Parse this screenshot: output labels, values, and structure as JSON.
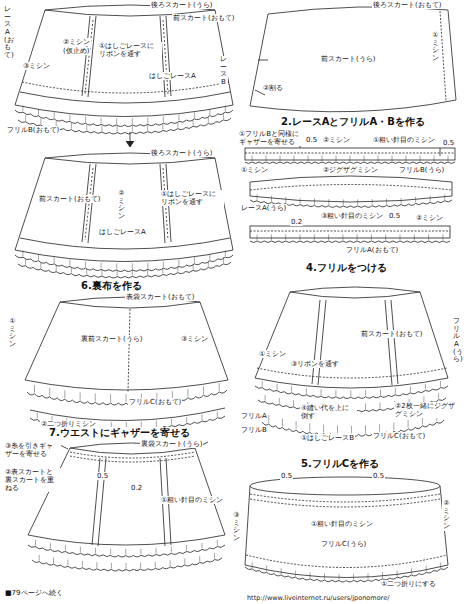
{
  "diagram": {
    "labels": [
      "後ろスカート(うら)",
      "前スカート(おもて)",
      "レースA(おもて)",
      "③ミシン",
      "②ミシン",
      "(仮止め)",
      "①はしごレースにリボンを通す",
      "はしごレースA",
      "レースB",
      "フリルB(おもて)",
      "後ろスカート(うら)",
      "前スカート(おもて)",
      "②ミシン",
      "①はしごレースにリボンを通す",
      "はしごレースA",
      "後ろスカート(おもて)",
      "①ミシン",
      "前スカート(うら)",
      "②割る",
      "2.レースAとフリルA・Bを作る",
      "①フリルBと同様にギャザーを寄せる",
      "0.5",
      "②ミシン",
      "①粗い針目のミシン",
      "フリルB(うら)",
      "0.5",
      "①ミシン",
      "レースA(うら)",
      "②ジグザグミシン",
      "③粗い針目のミシン",
      "0.2",
      "0.5",
      "②ミシン",
      "フリルA(おもて)",
      "6.裏布を作る",
      "表袋スカート(おもて)",
      "①ミシン",
      "裏前スカート(うら)",
      "③ミシン",
      "フリルC(おもて)",
      "②二つ折りミシン",
      "4.フリルをつける",
      "前スカート(おもて)",
      "フリルA(うら)",
      "①ミシン",
      "③リボンを通す",
      "④縫い代を上に倒す",
      "①はしごレースB",
      "フリルC(おもて)",
      "②2枚一緒にジグザグミシン",
      "フリルA",
      "フリルB",
      "7.ウエストにギャザーを寄せる",
      "③糸を引きギャザーを寄せる",
      "②表スカートと裏スカートを重ねる",
      "裏袋スカート(うら)",
      "0.5",
      "0.2",
      "①粗い針目のミシン",
      "■79ページへ続く",
      "5.フリルCを作る",
      "0.5",
      "0.5",
      "②ミシン",
      "①粗い針目のミシン",
      "フリルC(うら)",
      "③ミシン",
      "①二つ折りにする",
      "http://www.liveinternet.ru/users/jponomore/"
    ]
  }
}
